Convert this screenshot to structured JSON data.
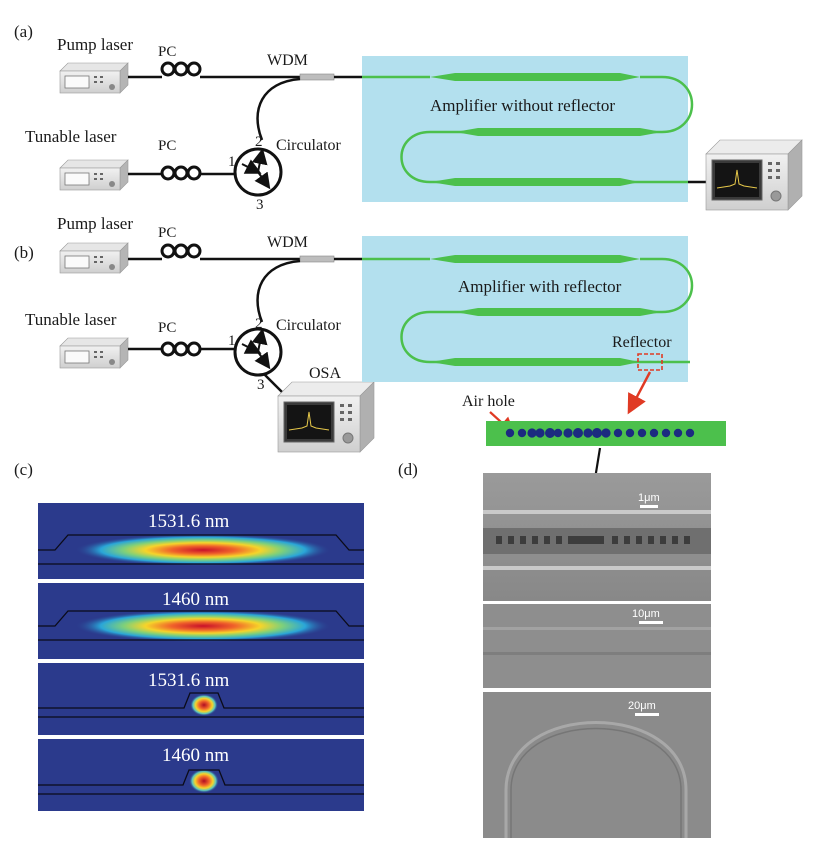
{
  "panels": {
    "a": "(a)",
    "b": "(b)",
    "c": "(c)",
    "d": "(d)"
  },
  "setup_a": {
    "pump_laser": "Pump laser",
    "tunable_laser": "Tunable laser",
    "pc_top": "PC",
    "pc_bottom": "PC",
    "wdm": "WDM",
    "circulator": "Circulator",
    "port1": "1",
    "port2": "2",
    "port3": "3",
    "amplifier": "Amplifier without reflector"
  },
  "setup_b": {
    "pump_laser": "Pump laser",
    "tunable_laser": "Tunable laser",
    "pc_top": "PC",
    "pc_bottom": "PC",
    "wdm": "WDM",
    "circulator": "Circulator",
    "port1": "1",
    "port2": "2",
    "port3": "3",
    "osa": "OSA",
    "amplifier": "Amplifier with reflector",
    "reflector": "Reflector",
    "air_hole": "Air hole"
  },
  "mode_profiles": [
    {
      "wavelength": "1531.6 nm"
    },
    {
      "wavelength": "1460 nm"
    },
    {
      "wavelength": "1531.6 nm"
    },
    {
      "wavelength": "1460 nm"
    }
  ],
  "sem_scalebars": [
    "1μm",
    "10μm",
    "20μm"
  ],
  "colors": {
    "amplifier_box": "#b3e0ee",
    "waveguide": "#4cc04c",
    "arrow": "#e03a24",
    "mode_bg": "#2b3a8c",
    "sem_bg": "#8d8d8d"
  }
}
